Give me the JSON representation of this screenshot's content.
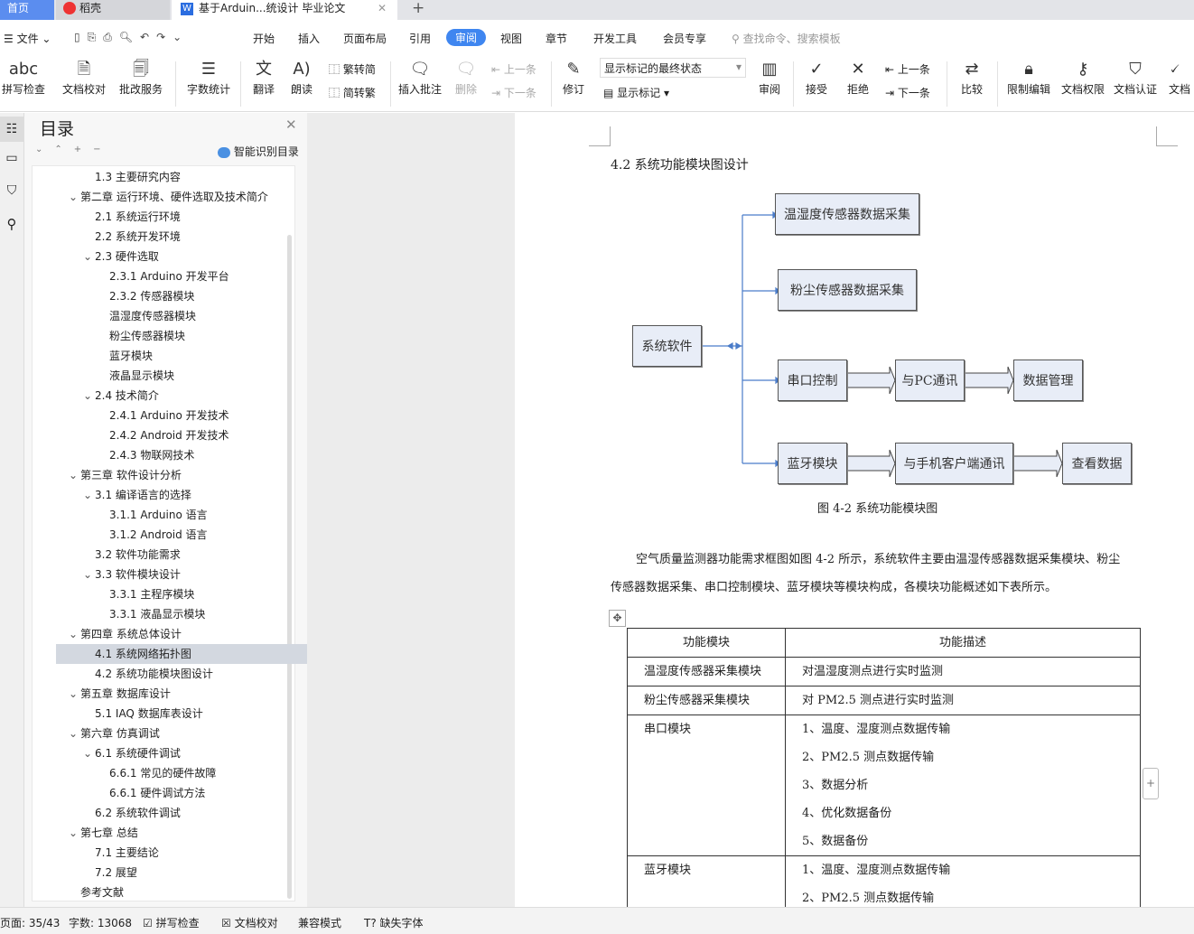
{
  "tabs": [
    {
      "label": "首页"
    },
    {
      "label": "稻壳"
    },
    {
      "label": "基于Arduin...统设计 毕业论文"
    }
  ],
  "menu": {
    "file": "文件",
    "items": [
      "开始",
      "插入",
      "页面布局",
      "引用",
      "审阅",
      "视图",
      "章节",
      "开发工具",
      "会员专享"
    ],
    "active": "审阅",
    "search_placeholder": "查找命令、搜索模板"
  },
  "ribbon": {
    "spell": "拼写检查",
    "proof": "文档校对",
    "correct": "批改服务",
    "wordcount": "字数统计",
    "translate": "翻译",
    "read": "朗读",
    "t2s": "繁转简",
    "s2t": "简转繁",
    "insert_comment": "插入批注",
    "delete": "删除",
    "prev": "上一条",
    "next": "下一条",
    "revise": "修订",
    "display_mode": "显示标记的最终状态",
    "show_marks": "显示标记",
    "review": "审阅",
    "accept": "接受",
    "reject": "拒绝",
    "prev2": "上一条",
    "next2": "下一条",
    "compare": "比较",
    "restrict": "限制编辑",
    "perm": "文档权限",
    "cert": "文档认证",
    "more": "文档"
  },
  "sidebar": {
    "title": "目录",
    "smart": "智能识别目录",
    "items": [
      {
        "t": "1.3  主要研究内容",
        "l": 2,
        "c": false
      },
      {
        "t": "第二章  运行环境、硬件选取及技术简介",
        "l": 0,
        "c": true
      },
      {
        "t": "2.1  系统运行环境",
        "l": 2,
        "c": false
      },
      {
        "t": "2.2  系统开发环境",
        "l": 2,
        "c": false
      },
      {
        "t": "2.3  硬件选取",
        "l": 1,
        "c": true
      },
      {
        "t": "2.3.1 Arduino 开发平台",
        "l": 3,
        "c": false
      },
      {
        "t": "2.3.2  传感器模块",
        "l": 3,
        "c": false
      },
      {
        "t": "温湿度传感器模块",
        "l": 3,
        "c": false
      },
      {
        "t": "粉尘传感器模块",
        "l": 3,
        "c": false
      },
      {
        "t": "蓝牙模块",
        "l": 3,
        "c": false
      },
      {
        "t": "液晶显示模块",
        "l": 3,
        "c": false
      },
      {
        "t": "2.4  技术简介",
        "l": 1,
        "c": true
      },
      {
        "t": "2.4.1 Arduino 开发技术",
        "l": 3,
        "c": false
      },
      {
        "t": " 2.4.2 Android 开发技术",
        "l": 3,
        "c": false
      },
      {
        "t": "2.4.3  物联网技术",
        "l": 3,
        "c": false
      },
      {
        "t": "第三章  软件设计分析",
        "l": 0,
        "c": true
      },
      {
        "t": "3.1  编译语言的选择",
        "l": 1,
        "c": true
      },
      {
        "t": "3.1.1 Arduino 语言",
        "l": 3,
        "c": false
      },
      {
        "t": "3.1.2 Android 语言",
        "l": 3,
        "c": false
      },
      {
        "t": "3.2  软件功能需求",
        "l": 2,
        "c": false
      },
      {
        "t": "3.3  软件模块设计",
        "l": 1,
        "c": true
      },
      {
        "t": "3.3.1  主程序模块",
        "l": 3,
        "c": false
      },
      {
        "t": "3.3.1  液晶显示模块",
        "l": 3,
        "c": false
      },
      {
        "t": "第四章  系统总体设计",
        "l": 0,
        "c": true
      },
      {
        "t": "4.1  系统网络拓扑图",
        "l": 2,
        "c": false,
        "sel": true
      },
      {
        "t": "4.2  系统功能模块图设计",
        "l": 2,
        "c": false
      },
      {
        "t": "第五章  数据库设计",
        "l": 0,
        "c": true
      },
      {
        "t": "5.1 IAQ 数据库表设计",
        "l": 2,
        "c": false
      },
      {
        "t": "第六章  仿真调试",
        "l": 0,
        "c": true
      },
      {
        "t": "6.1 系统硬件调试",
        "l": 1,
        "c": true
      },
      {
        "t": "6.6.1  常见的硬件故障",
        "l": 3,
        "c": false
      },
      {
        "t": "6.6.1  硬件调试方法",
        "l": 3,
        "c": false
      },
      {
        "t": "6.2 系统软件调试",
        "l": 2,
        "c": false
      },
      {
        "t": "第七章  总结",
        "l": 0,
        "c": true
      },
      {
        "t": "7.1 主要结论",
        "l": 2,
        "c": false
      },
      {
        "t": "7.2  展望",
        "l": 2,
        "c": false
      },
      {
        "t": "参考文献",
        "l": 0,
        "c": false
      }
    ]
  },
  "doc": {
    "heading": "4.2  系统功能模块图设计",
    "diagram": {
      "root": "系统软件",
      "b1": "温湿度传感器数据采集",
      "b2": "粉尘传感器数据采集",
      "b3": "串口控制",
      "b4": "与PC通讯",
      "b5": "数据管理",
      "b6": "蓝牙模块",
      "b7": "与手机客户端通讯",
      "b8": "查看数据"
    },
    "caption": "图 4-2  系统功能模块图",
    "para1": "空气质量监测器功能需求框图如图 4-2 所示，系统软件主要由温湿传感器数据采集模块、粉尘",
    "para2": "传感器数据采集、串口控制模块、蓝牙模块等模块构成，各模块功能概述如下表所示。",
    "table": {
      "h1": "功能模块",
      "h2": "功能描述",
      "rows": [
        {
          "m": "温湿度传感器采集模块",
          "d": [
            "对温湿度测点进行实时监测"
          ]
        },
        {
          "m": "粉尘传感器采集模块",
          "d": [
            "对 PM2.5 测点进行实时监测"
          ]
        },
        {
          "m": "串口模块",
          "d": [
            "1、温度、湿度测点数据传输",
            "2、PM2.5 测点数据传输",
            "3、数据分析",
            "4、优化数据备份",
            "5、数据备份"
          ]
        },
        {
          "m": "蓝牙模块",
          "d": [
            "1、温度、湿度测点数据传输",
            "2、PM2.5 测点数据传输"
          ]
        }
      ]
    }
  },
  "status": {
    "page": "页面: 35/43",
    "words": "字数: 13068",
    "spell": "拼写检查",
    "proof": "文档校对",
    "compat": "兼容模式",
    "font": "缺失字体"
  }
}
